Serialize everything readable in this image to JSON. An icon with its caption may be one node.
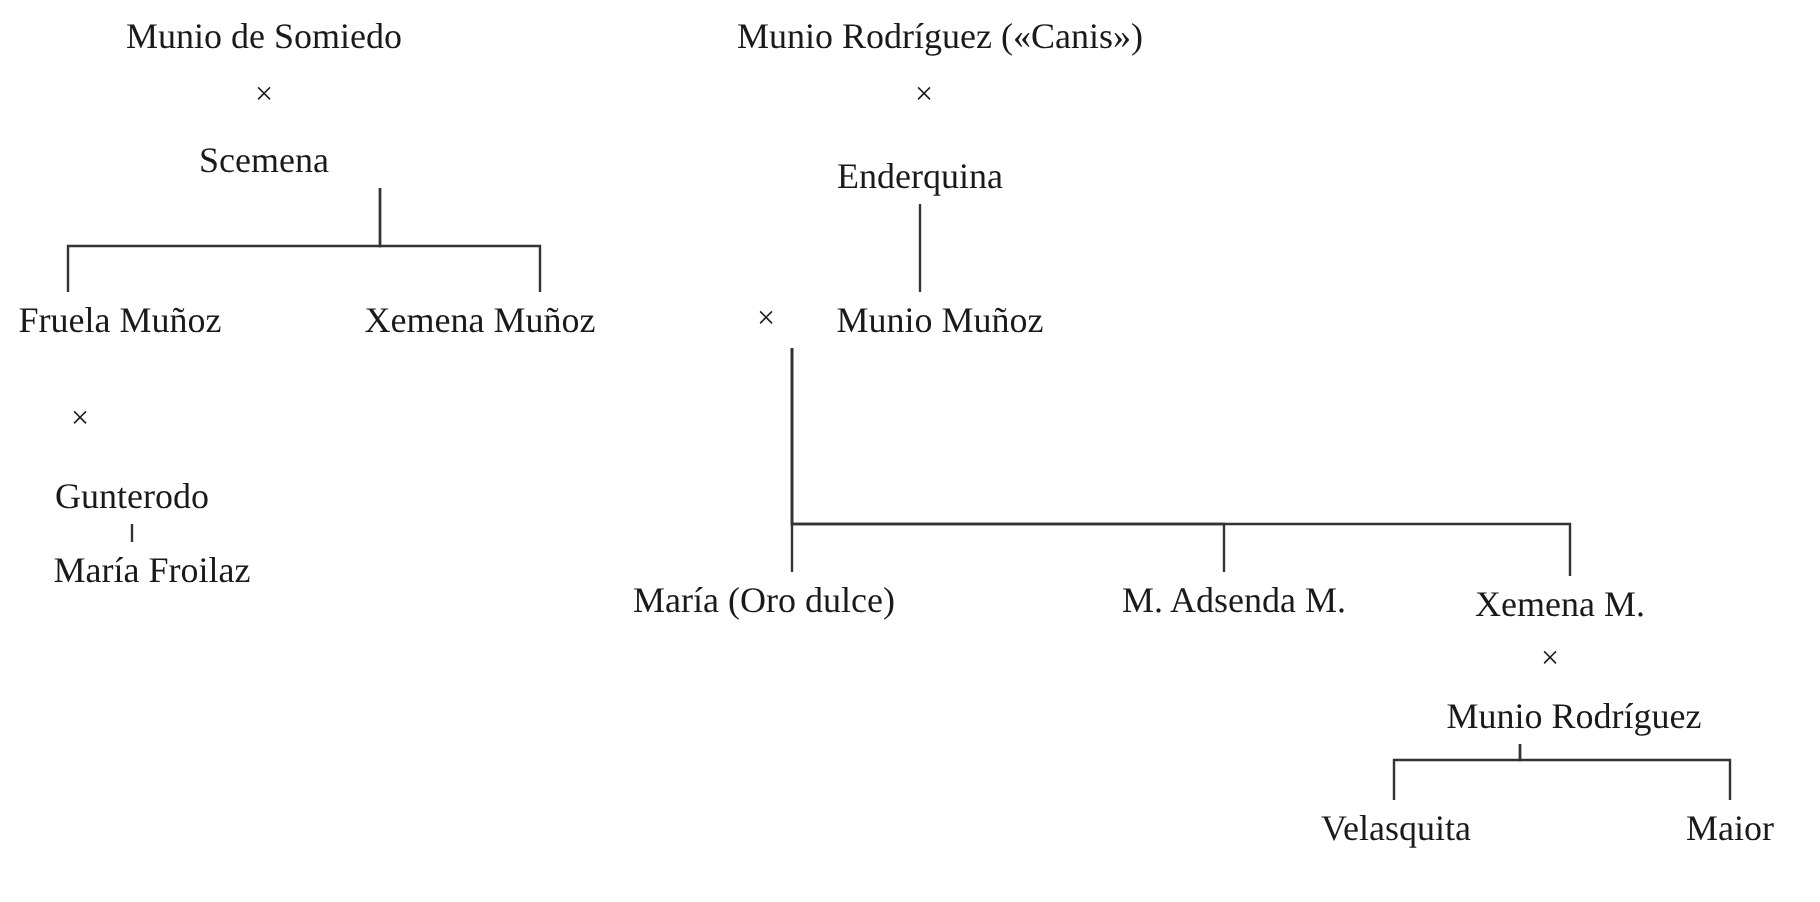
{
  "diagram": {
    "nodes": [
      {
        "text": [
          "Munio de Somiedo"
        ]
      },
      {
        "text": [
          "Scemena"
        ]
      },
      {
        "text": [
          "Munio Rodríguez («Canis»)"
        ]
      },
      {
        "text": [
          "Enderquina"
        ]
      },
      {
        "text": [
          "Fruela Muñoz"
        ]
      },
      {
        "text": [
          "Xemena Muñoz"
        ]
      },
      {
        "text": [
          "Munio Muñoz"
        ]
      },
      {
        "text": [
          "Gunterodo"
        ]
      },
      {
        "text": [
          "María Froilaz"
        ]
      },
      {
        "text": [
          "María (Oro dulce)"
        ]
      },
      {
        "text": [
          "M. Adsenda M."
        ]
      },
      {
        "text": [
          "Xemena M."
        ]
      },
      {
        "text": [
          "Munio Rodríguez"
        ]
      },
      {
        "text": [
          "Velasquita"
        ]
      },
      {
        "text": [
          "Maior"
        ]
      }
    ],
    "edges": [
      {
        "from": 1,
        "to": 4,
        "arrow": "none"
      },
      {
        "from": 1,
        "to": 5,
        "arrow": "none"
      },
      {
        "from": 3,
        "to": 6,
        "arrow": "none"
      },
      {
        "from": 7,
        "to": 8,
        "arrow": "none"
      },
      {
        "from": 6,
        "to": 9,
        "arrow": "none"
      },
      {
        "from": 6,
        "to": 10,
        "arrow": "none"
      },
      {
        "from": 6,
        "to": 11,
        "arrow": "none"
      },
      {
        "from": 12,
        "to": 13,
        "arrow": "none"
      },
      {
        "from": 12,
        "to": 14,
        "arrow": "none"
      }
    ],
    "labels": [
      "×",
      "×",
      "×",
      "×",
      "×"
    ]
  }
}
